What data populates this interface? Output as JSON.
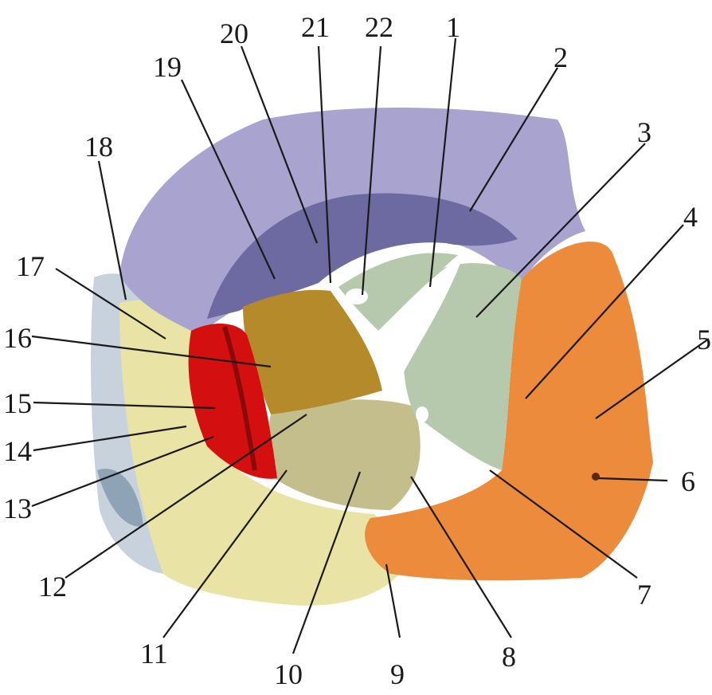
{
  "diagram": {
    "type": "anatomical-labeled-illustration",
    "colors": {
      "frontal": "#a8a3cf",
      "frontal_shadow": "#6c6aa1",
      "zygomatic": "#ec8b3b",
      "zygomatic_shadow": "#c96a1e",
      "maxilla": "#eae3a6",
      "maxilla_shadow": "#cfc684",
      "ethmoid": "#b7c9ad",
      "sphenoid_wing": "#b58a2a",
      "palatine": "#c4be8c",
      "lacrimal": "#d40f10",
      "nasal": "#c7d2dc",
      "leader": "#1a1a1a"
    },
    "labels": [
      "1",
      "2",
      "3",
      "4",
      "5",
      "6",
      "7",
      "8",
      "9",
      "10",
      "11",
      "12",
      "13",
      "14",
      "15",
      "16",
      "17",
      "18",
      "19",
      "20",
      "21",
      "22"
    ]
  }
}
